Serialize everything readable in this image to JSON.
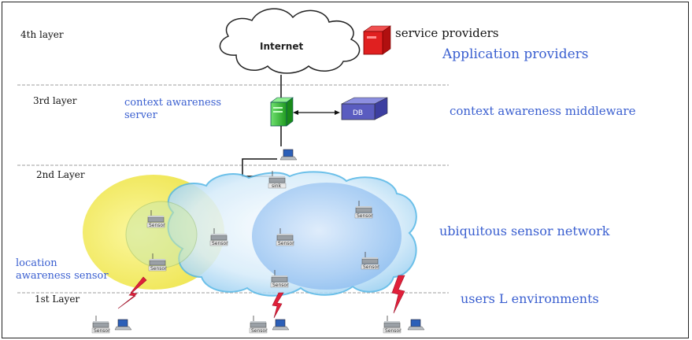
{
  "layers": {
    "layer4": "4th layer",
    "layer3": "3rd layer",
    "layer2": "2nd Layer",
    "layer1": "1st Layer"
  },
  "nodes": {
    "internet": "Internet",
    "service_providers": "service providers",
    "context_server": [
      "context awareness",
      "server"
    ],
    "db": "DB",
    "sink": "sink",
    "sensor": "Sensor",
    "location_sensor": [
      "location",
      "awareness sensor"
    ]
  },
  "descriptions": {
    "application": "Application providers",
    "middleware": "context awareness middleware",
    "network": "ubiquitous sensor network",
    "environments": "users L environments"
  },
  "colors": {
    "blue_text": "#3a5fd0",
    "yellow_cluster": "#f3ee5a",
    "blue_cluster": "#8fbef0",
    "server_green": "#3cc23c",
    "provider_red": "#e02020",
    "db_purple": "#5a5cc0",
    "lightning": "#e0203a"
  }
}
